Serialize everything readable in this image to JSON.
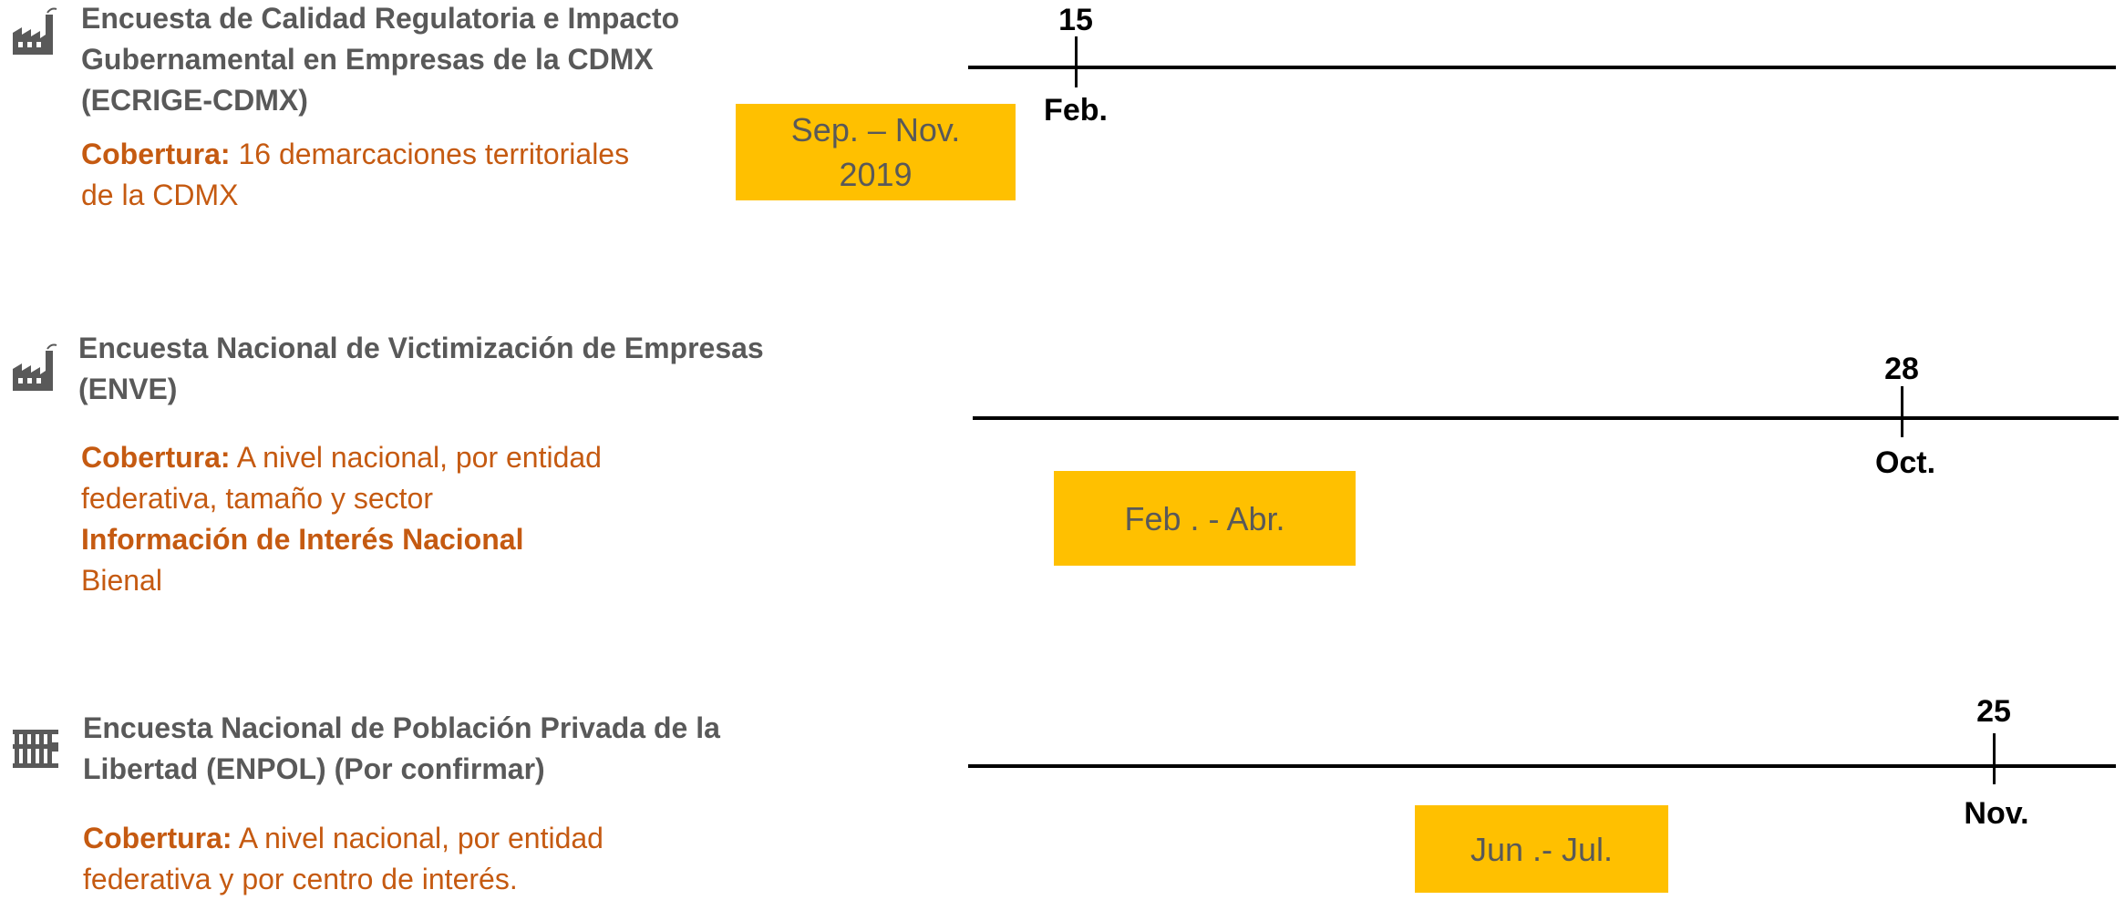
{
  "surveys": [
    {
      "title": [
        "Encuesta de Calidad Regulatoria e Impacto",
        "Gubernamental en Empresas de la CDMX",
        "(ECRIGE-CDMX)"
      ],
      "icon": "factory-icon",
      "coverage_label": "Cobertura:",
      "coverage_text_1": " 16 demarcaciones territoriales",
      "coverage_text_2": "de la CDMX",
      "period": [
        "Sep. – Nov.",
        "2019"
      ],
      "publication_day": "15",
      "publication_month": "Feb."
    },
    {
      "title": [
        "Encuesta Nacional de Victimización de Empresas",
        "(ENVE)"
      ],
      "icon": "factory-icon",
      "coverage_label": "Cobertura:",
      "coverage_text_1": " A nivel nacional, por entidad",
      "coverage_text_2": "federativa, tamaño y sector",
      "interest_label": "Información de Interés Nacional",
      "frequency": "Bienal",
      "period": [
        "Feb . - Abr."
      ],
      "publication_day": "28",
      "publication_month": "Oct."
    },
    {
      "title": [
        "Encuesta Nacional de Población Privada de la",
        "Libertad (ENPOL)  (Por confirmar)"
      ],
      "icon": "prison-icon",
      "coverage_label": "Cobertura:",
      "coverage_text_1": " A nivel nacional, por entidad",
      "coverage_text_2": "federativa y por centro de interés.",
      "period": [
        "Jun .- Jul."
      ],
      "publication_day": "25",
      "publication_month": "Nov."
    }
  ]
}
